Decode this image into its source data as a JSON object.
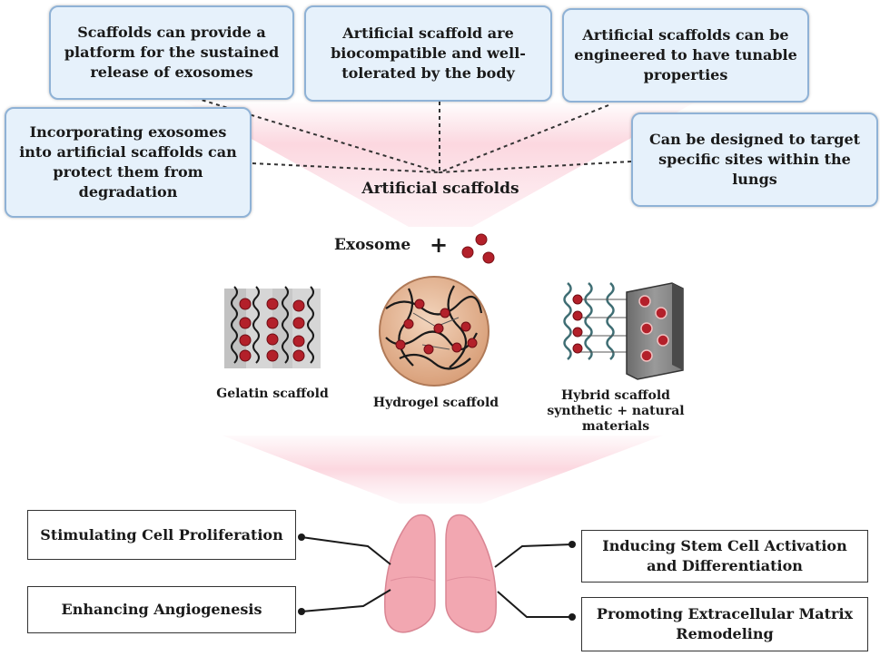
{
  "benefits": {
    "sustained_release": "Scaffolds can provide a platform for the sustained release of exosomes",
    "biocompatible": "Artificial scaffold  are biocompatible and well-tolerated by the body",
    "tunable": "Artificial scaffolds can be engineered to have tunable properties",
    "protect": "Incorporating exosomes into artificial scaffolds can protect them from degradation",
    "target": "Can be designed to target specific sites within the lungs"
  },
  "center": {
    "title": "Artificial scaffolds",
    "exosome_label": "Exosome",
    "plus": "+"
  },
  "scaffolds": {
    "gelatin": "Gelatin scaffold",
    "hydrogel": "Hydrogel scaffold",
    "hybrid_line1": "Hybrid scaffold",
    "hybrid_line2": "synthetic + natural",
    "hybrid_line3": "materials"
  },
  "effects": {
    "proliferation": "Stimulating Cell Proliferation",
    "angiogenesis": "Enhancing Angiogenesis",
    "stem_cell": "Inducing Stem Cell Activation and Differentiation",
    "ecm": "Promoting Extracellular Matrix Remodeling"
  },
  "colors": {
    "bubble_fill": "#e6f1fb",
    "bubble_border": "#8fb2d6",
    "exosome_red": "#b3202a",
    "lung_pink": "#f2a7b1",
    "funnel_pink": "#fbd3dc"
  }
}
